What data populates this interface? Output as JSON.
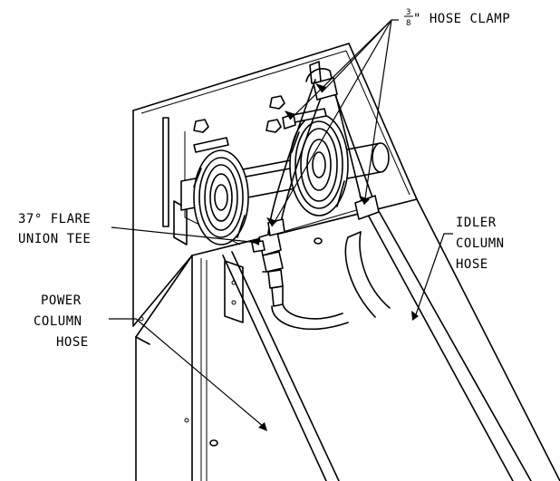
{
  "labels": {
    "hose_clamp_fraction_num": "3",
    "hose_clamp_fraction_den": "8",
    "hose_clamp_text": "\" HOSE CLAMP",
    "flare_tee_line1": "37° FLARE",
    "flare_tee_line2": "UNION TEE",
    "idler_line1": "IDLER",
    "idler_line2": "COLUMN",
    "idler_line3": "HOSE",
    "power_line1": "POWER",
    "power_line2": "COLUMN",
    "power_line3": "HOSE"
  },
  "colors": {
    "ink": "#000000",
    "paper": "#ffffff"
  }
}
